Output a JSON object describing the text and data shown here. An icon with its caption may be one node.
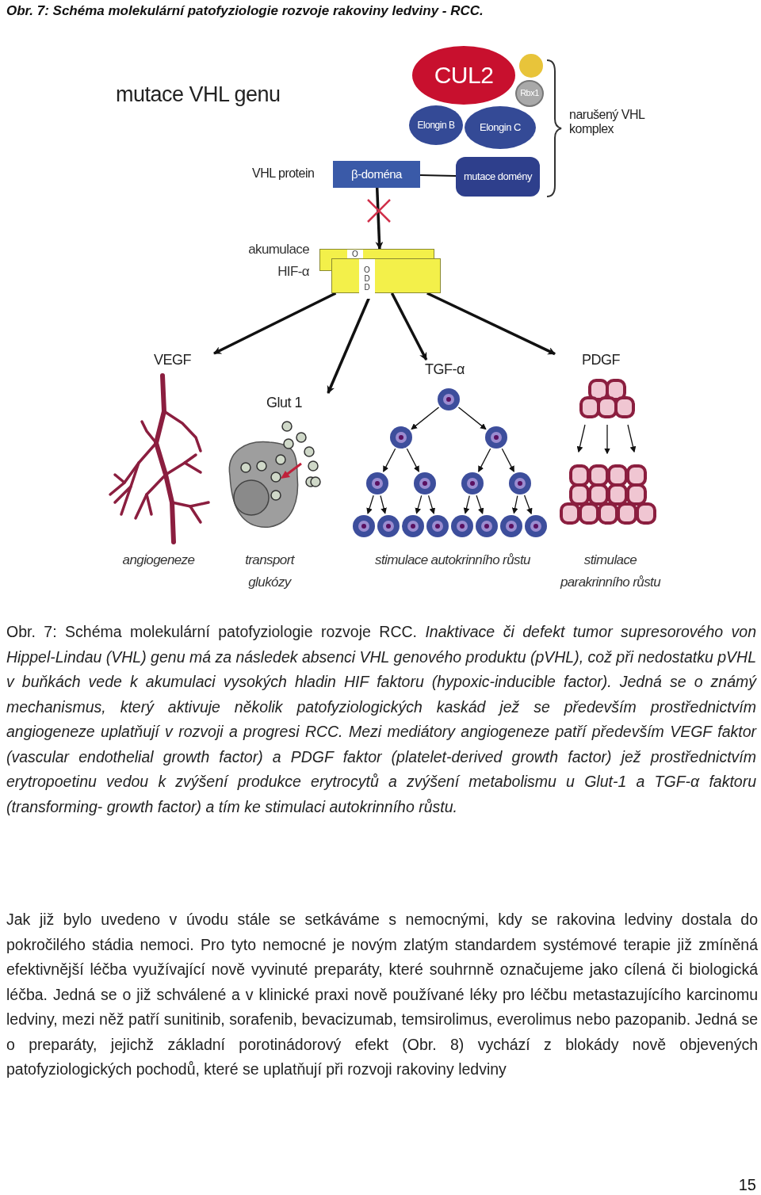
{
  "diagram": {
    "title": "Obr. 7: Schéma molekulární patofyziologie rozvoje rakoviny ledviny - RCC.",
    "nodes": [
      {
        "text": [
          "CUL2"
        ]
      },
      {
        "text": [],
        "shape": "circle"
      },
      {
        "text": [
          "Rbx1"
        ]
      },
      {
        "text": [
          "Elongin B"
        ]
      },
      {
        "text": [
          "Elongin C"
        ]
      },
      {
        "text": [
          "β-doména"
        ]
      },
      {
        "text": [
          "mutace domény"
        ]
      },
      {
        "text": [
          "O",
          "ODD"
        ],
        "beside": [
          "akumulace HIF-α"
        ]
      },
      {
        "text": [
          "VEGF"
        ],
        "beside": [
          "angiogeneze"
        ]
      },
      {
        "text": [
          "Glut 1"
        ],
        "beside": [
          "transport glukózy"
        ]
      },
      {
        "text": [
          "TGF-α"
        ],
        "beside": [
          "stimulace autokrinního růstu"
        ]
      },
      {
        "text": [
          "PDGF"
        ],
        "beside": [
          "stimulace parakrinního růstu"
        ]
      }
    ],
    "edges": [
      {
        "from": 5,
        "to": 6,
        "arrow": "none"
      },
      {
        "from": 5,
        "to": 7,
        "arrow": "to"
      },
      {
        "from": 7,
        "to": 8,
        "arrow": "to"
      },
      {
        "from": 7,
        "to": 9,
        "arrow": "to"
      },
      {
        "from": 7,
        "to": 10,
        "arrow": "to"
      },
      {
        "from": 7,
        "to": 11,
        "arrow": "to"
      }
    ],
    "labels": [
      "mutace VHL genu",
      "narušený VHL komplex",
      "VHL protein",
      "Jak již bylo uvedeno v úvodu stále se setkáváme s nemocnými, kdy se rakovina ledviny dostala do pokročilého stádia nemoci. Pro tyto nemocné je novým zlatým standardem systémové terapie již zmíněná efektivnější léčba využívající nově vyvinuté preparáty, které souhrnně označujeme jako cílená či biologická léčba. Jedná se o již schválené a v klinické praxi nově používané léky pro léčbu metastazujícího karcinomu ledviny, mezi něž patří sunitinib, sorafenib, bevacizumab, temsirolimus, everolimus nebo pazopanib. Jedná se o preparáty, jejichž základní porotinádorový efekt (Obr. 8) vychází z blokády nově objevených patofyziologických pochodů, které se uplatňují při rozvoji rakoviny ledviny",
      "15"
    ],
    "caption": "Obr. 7: Schéma molekulární patofyziologie rozvoje RCC. *Inaktivace či defekt tumor supresorového von Hippel-Lindau (VHL) genu má za následek absenci VHL genového produktu (pVHL), což při nedostatku pVHL v buňkách vede k akumulaci vysokých hladin HIF faktoru (hypoxic-inducible factor). Jedná se o známý mechanismus, který aktivuje několik patofyziologických kaskád jež se především prostřednictvím angiogeneze uplatňují v rozvoji a progresi RCC. Mezi mediátory angiogeneze patří především VEGF faktor (vascular endothelial growth factor) a PDGF faktor (platelet-derived growth factor) jež prostřednictvím erytropoetinu vedou k zvýšení produkce erytrocytů a zvýšení metabolismu u Glut-1 a TGF-α faktoru (transforming- growth factor) a tím ke stimulaci autokrinního růstu.*"
  }
}
